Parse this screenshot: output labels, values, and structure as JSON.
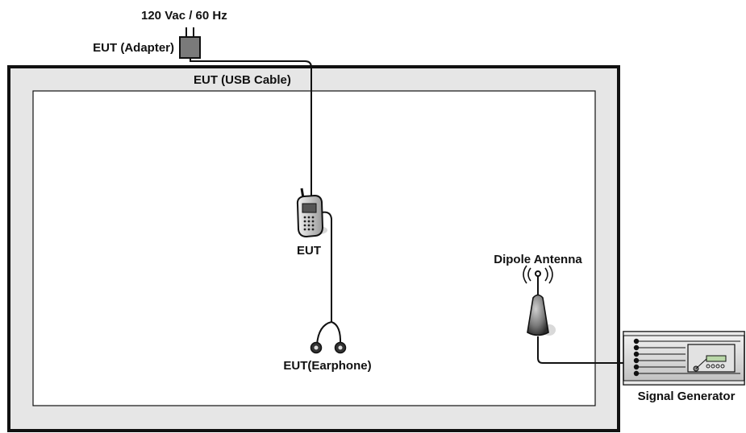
{
  "labels": {
    "power": "120 Vac / 60 Hz",
    "adapter": "EUT (Adapter)",
    "usb_cable": "EUT (USB Cable)",
    "eut": "EUT",
    "antenna": "Dipole Antenna",
    "earphone": "EUT(Earphone)",
    "signal_generator": "Signal Generator"
  },
  "icons": {
    "adapter": "power-adapter-icon",
    "phone": "mobile-phone-icon",
    "earphone": "earphone-icon",
    "antenna": "dipole-antenna-icon",
    "generator": "signal-generator-icon"
  },
  "colors": {
    "chamber_frame": "#e6e6e6",
    "outline": "#111111"
  }
}
